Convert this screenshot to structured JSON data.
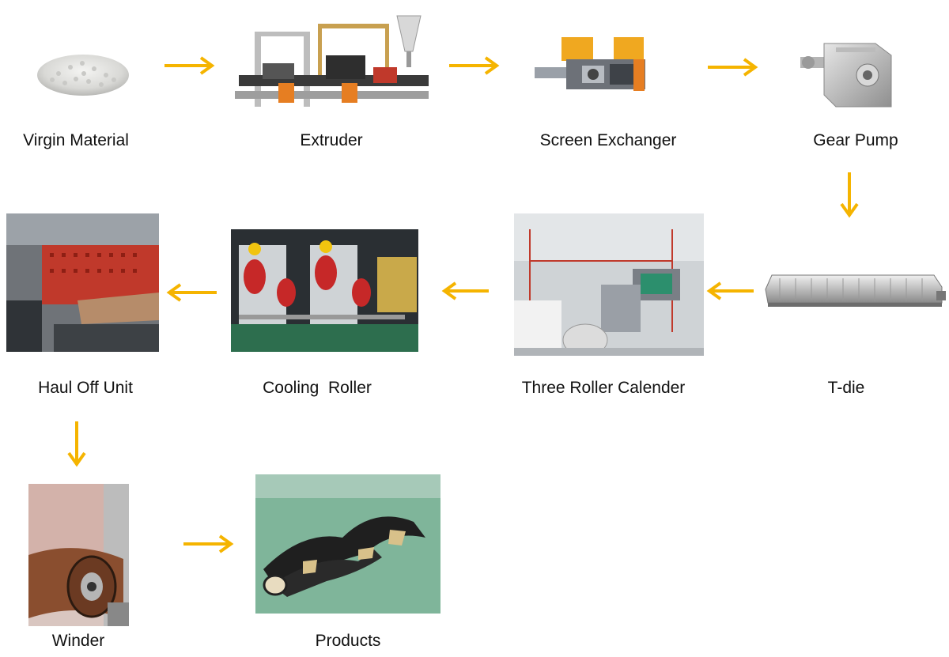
{
  "diagram": {
    "arrow_color": "#f5b400",
    "steps": [
      {
        "id": "virgin-material",
        "label": "Virgin Material",
        "order": 1
      },
      {
        "id": "extruder",
        "label": "Extruder",
        "order": 2
      },
      {
        "id": "screen-exchanger",
        "label": "Screen Exchanger",
        "order": 3
      },
      {
        "id": "gear-pump",
        "label": "Gear Pump",
        "order": 4
      },
      {
        "id": "t-die",
        "label": "T-die",
        "order": 5
      },
      {
        "id": "three-roller-calender",
        "label": "Three Roller Calender",
        "order": 6
      },
      {
        "id": "cooling-roller",
        "label": "Cooling  Roller",
        "order": 7
      },
      {
        "id": "haul-off-unit",
        "label": "Haul Off Unit",
        "order": 8
      },
      {
        "id": "winder",
        "label": "Winder",
        "order": 9
      },
      {
        "id": "products",
        "label": "Products",
        "order": 10
      }
    ]
  }
}
